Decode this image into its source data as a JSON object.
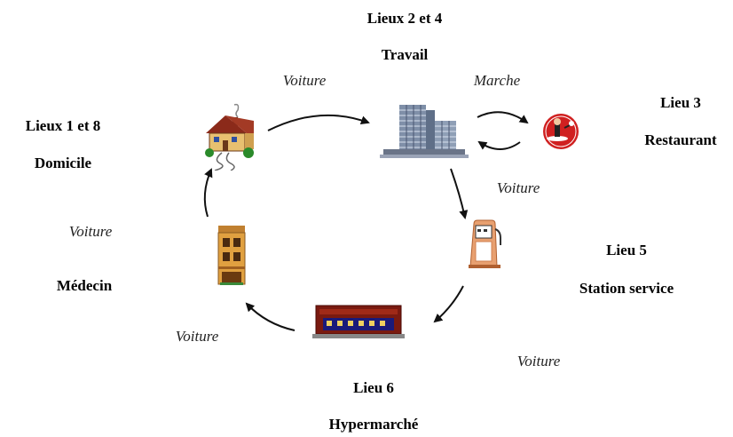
{
  "places": {
    "travail": {
      "lines": [
        "Lieux 2 et 4",
        "Travail"
      ]
    },
    "restaurant": {
      "lines": [
        "Lieu 3",
        "Restaurant"
      ]
    },
    "domicile": {
      "lines": [
        "Lieux 1 et 8",
        "Domicile"
      ]
    },
    "station": {
      "lines": [
        "Lieu 5",
        "Station service"
      ]
    },
    "medecin": {
      "lines": [
        "Médecin"
      ]
    },
    "hypermarche": {
      "lines": [
        "Lieu 6",
        "Hypermarché"
      ]
    }
  },
  "modes": {
    "domicile_to_travail": "Voiture",
    "travail_to_restaurant": "Marche",
    "travail_to_station": "Voiture",
    "medecin_to_domicile": "Voiture",
    "hypermarche_to_medecin": "Voiture",
    "station_to_hypermarche": "Voiture"
  },
  "icons": {
    "domicile": "house-icon",
    "travail": "office-building-icon",
    "restaurant": "restaurant-icon",
    "station": "gas-pump-icon",
    "medecin": "townhouse-icon",
    "hypermarche": "supermarket-icon"
  },
  "colors": {
    "text": "#000000",
    "arrow": "#111111",
    "roof": "#8b2a1a",
    "building": "#7f8fa8",
    "restaurant": "#d02020",
    "pump": "#e8a070",
    "townhouse": "#e0a040",
    "store": "#7a1a10"
  }
}
